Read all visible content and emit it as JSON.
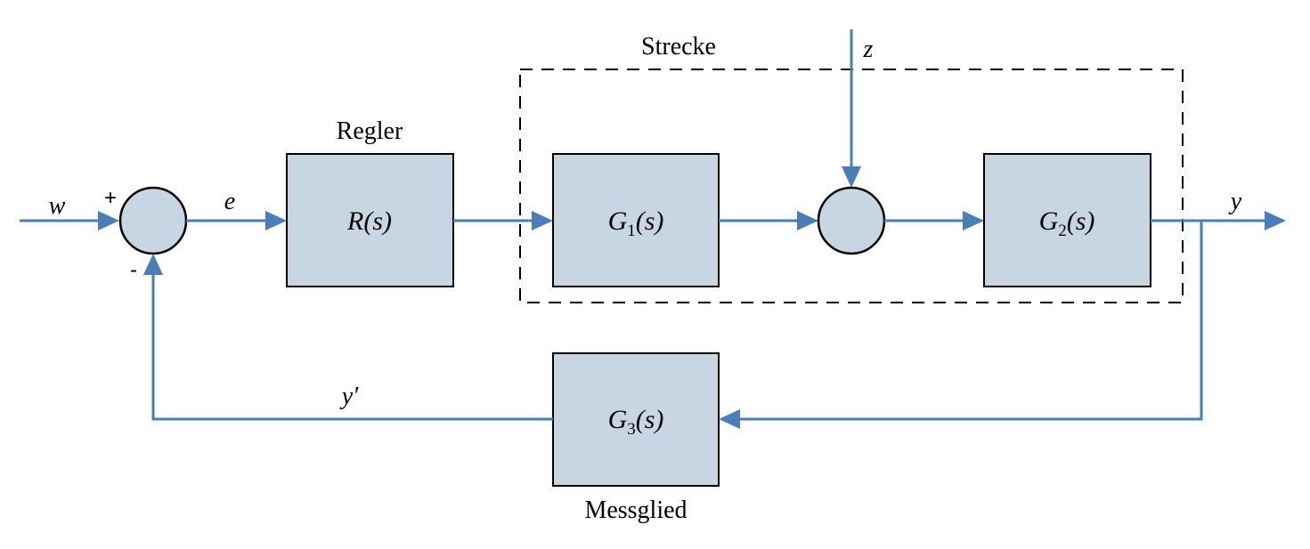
{
  "labels": {
    "regler": "Regler",
    "strecke": "Strecke",
    "messglied": "Messglied"
  },
  "signals": {
    "w": "w",
    "e": "e",
    "z": "z",
    "y": "y",
    "y_prime": "y′"
  },
  "signs": {
    "plus": "+",
    "minus": "-"
  },
  "blocks": {
    "regler": {
      "fn": "R",
      "sub": "",
      "arg": "(s)"
    },
    "g1": {
      "fn": "G",
      "sub": "1",
      "arg": "(s)"
    },
    "g2": {
      "fn": "G",
      "sub": "2",
      "arg": "(s)"
    },
    "g3": {
      "fn": "G",
      "sub": "3",
      "arg": "(s)"
    }
  },
  "colors": {
    "wire": "#4a7ebb",
    "block_fill": "#c8d5e3",
    "outline": "#000000"
  }
}
